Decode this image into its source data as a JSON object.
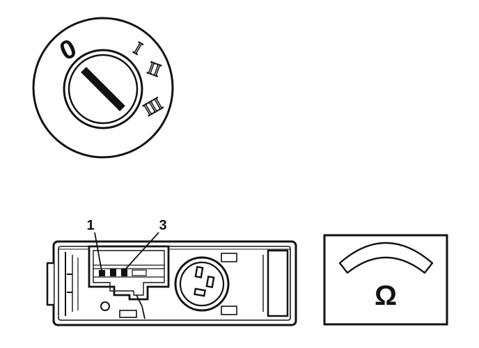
{
  "switch": {
    "positions": [
      "0",
      "I",
      "II",
      "III"
    ]
  },
  "connector": {
    "callouts": [
      "1",
      "3"
    ]
  },
  "meter": {
    "symbol": "Ω"
  }
}
